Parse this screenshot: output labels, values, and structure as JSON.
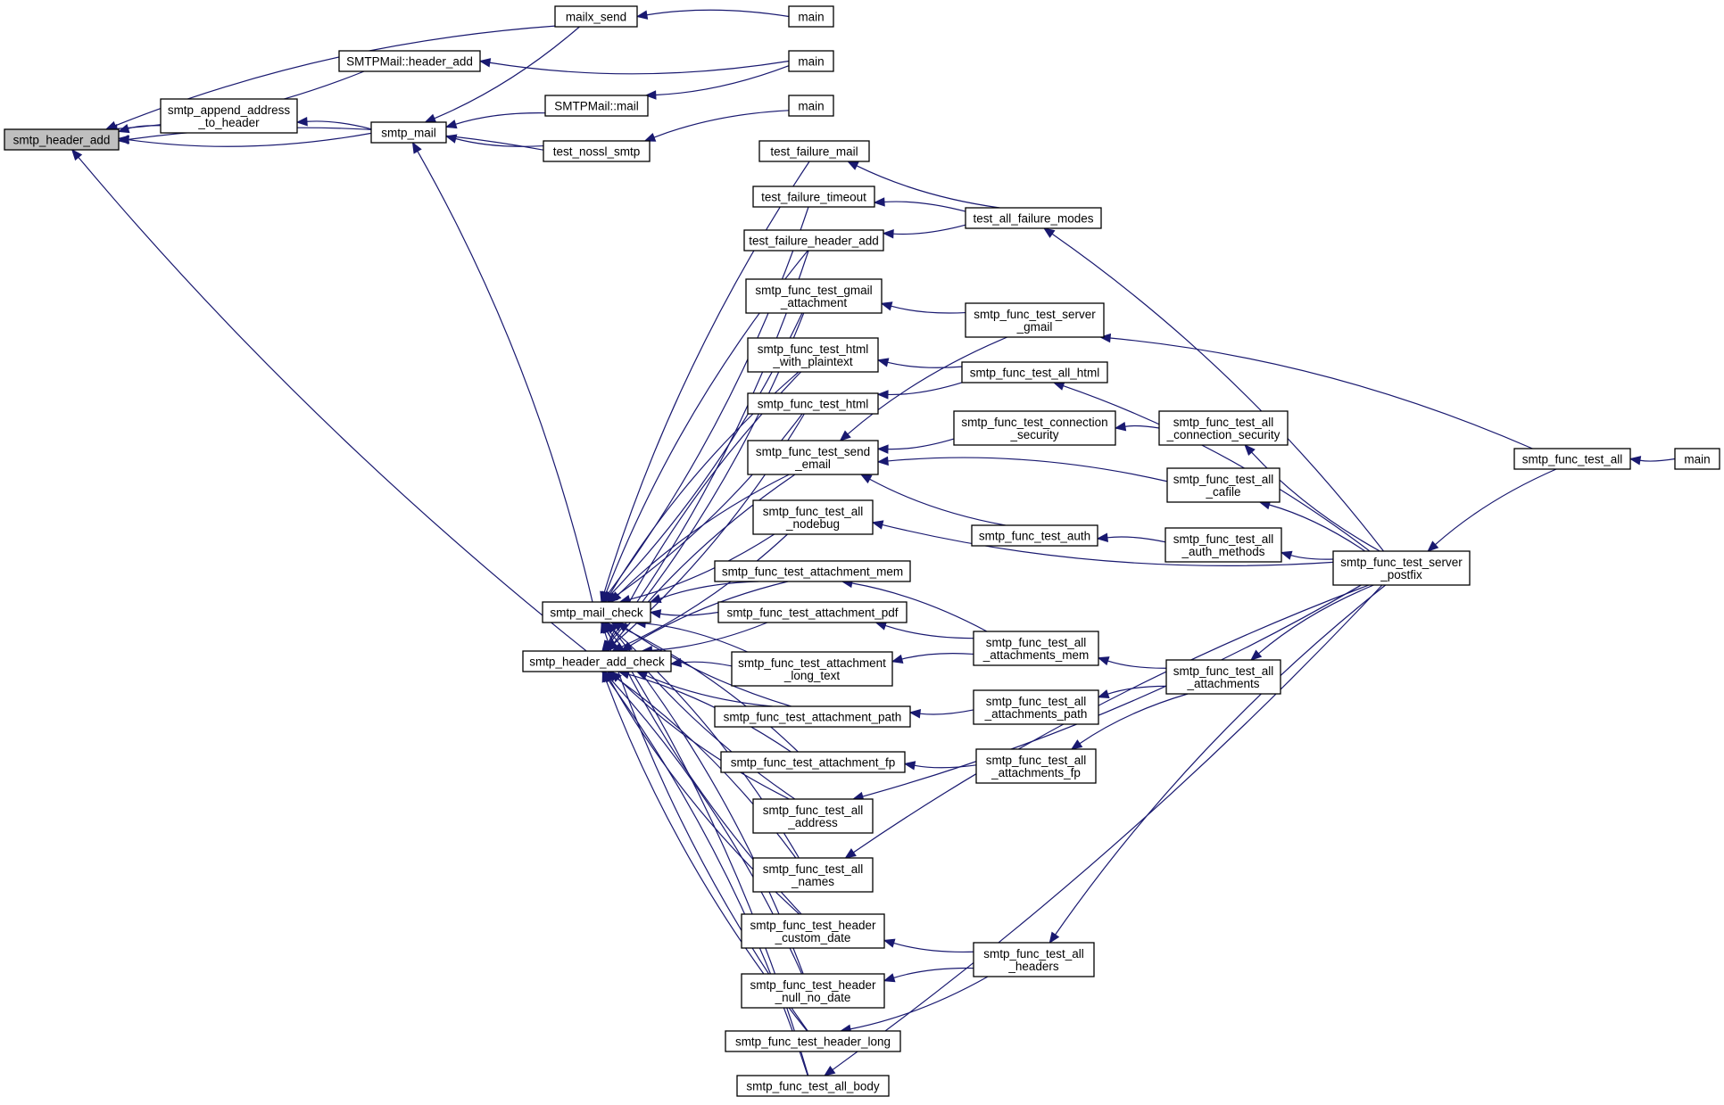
{
  "nodes": [
    {
      "id": "smtp_header_add",
      "lines": [
        "smtp_header_add"
      ],
      "root": true
    },
    {
      "id": "mailx_send",
      "lines": [
        "mailx_send"
      ]
    },
    {
      "id": "main1",
      "lines": [
        "main"
      ]
    },
    {
      "id": "SMTPMail_header_add",
      "lines": [
        "SMTPMail::header_add"
      ]
    },
    {
      "id": "main2",
      "lines": [
        "main"
      ]
    },
    {
      "id": "smtp_append_address",
      "lines": [
        "smtp_append_address",
        "_to_header"
      ]
    },
    {
      "id": "smtp_mail",
      "lines": [
        "smtp_mail"
      ]
    },
    {
      "id": "SMTPMail_mail",
      "lines": [
        "SMTPMail::mail"
      ]
    },
    {
      "id": "main3",
      "lines": [
        "main"
      ]
    },
    {
      "id": "test_nossl_smtp",
      "lines": [
        "test_nossl_smtp"
      ]
    },
    {
      "id": "test_failure_mail",
      "lines": [
        "test_failure_mail"
      ]
    },
    {
      "id": "test_failure_timeout",
      "lines": [
        "test_failure_timeout"
      ]
    },
    {
      "id": "test_all_failure_modes",
      "lines": [
        "test_all_failure_modes"
      ]
    },
    {
      "id": "test_failure_header_add",
      "lines": [
        "test_failure_header_add"
      ]
    },
    {
      "id": "gmail_attachment",
      "lines": [
        "smtp_func_test_gmail",
        "_attachment"
      ]
    },
    {
      "id": "server_gmail",
      "lines": [
        "smtp_func_test_server",
        "_gmail"
      ]
    },
    {
      "id": "html_with_plaintext",
      "lines": [
        "smtp_func_test_html",
        "_with_plaintext"
      ]
    },
    {
      "id": "all_html",
      "lines": [
        "smtp_func_test_all_html"
      ]
    },
    {
      "id": "func_html",
      "lines": [
        "smtp_func_test_html"
      ]
    },
    {
      "id": "connection_security",
      "lines": [
        "smtp_func_test_connection",
        "_security"
      ]
    },
    {
      "id": "all_connection_security",
      "lines": [
        "smtp_func_test_all",
        "_connection_security"
      ]
    },
    {
      "id": "send_email",
      "lines": [
        "smtp_func_test_send",
        "_email"
      ]
    },
    {
      "id": "all_cafile",
      "lines": [
        "smtp_func_test_all",
        "_cafile"
      ]
    },
    {
      "id": "func_test_all",
      "lines": [
        "smtp_func_test_all"
      ]
    },
    {
      "id": "main4",
      "lines": [
        "main"
      ]
    },
    {
      "id": "all_nodebug",
      "lines": [
        "smtp_func_test_all",
        "_nodebug"
      ]
    },
    {
      "id": "func_auth",
      "lines": [
        "smtp_func_test_auth"
      ]
    },
    {
      "id": "all_auth_methods",
      "lines": [
        "smtp_func_test_all",
        "_auth_methods"
      ]
    },
    {
      "id": "server_postfix",
      "lines": [
        "smtp_func_test_server",
        "_postfix"
      ]
    },
    {
      "id": "attachment_mem",
      "lines": [
        "smtp_func_test_attachment_mem"
      ]
    },
    {
      "id": "smtp_mail_check",
      "lines": [
        "smtp_mail_check"
      ]
    },
    {
      "id": "attachment_pdf",
      "lines": [
        "smtp_func_test_attachment_pdf"
      ]
    },
    {
      "id": "all_attachments_mem",
      "lines": [
        "smtp_func_test_all",
        "_attachments_mem"
      ]
    },
    {
      "id": "smtp_header_add_check",
      "lines": [
        "smtp_header_add_check"
      ]
    },
    {
      "id": "attachment_long_text",
      "lines": [
        "smtp_func_test_attachment",
        "_long_text"
      ]
    },
    {
      "id": "all_attachments",
      "lines": [
        "smtp_func_test_all",
        "_attachments"
      ]
    },
    {
      "id": "attachment_path",
      "lines": [
        "smtp_func_test_attachment_path"
      ]
    },
    {
      "id": "all_attachments_path",
      "lines": [
        "smtp_func_test_all",
        "_attachments_path"
      ]
    },
    {
      "id": "attachment_fp",
      "lines": [
        "smtp_func_test_attachment_fp"
      ]
    },
    {
      "id": "all_attachments_fp",
      "lines": [
        "smtp_func_test_all",
        "_attachments_fp"
      ]
    },
    {
      "id": "all_address",
      "lines": [
        "smtp_func_test_all",
        "_address"
      ]
    },
    {
      "id": "all_names",
      "lines": [
        "smtp_func_test_all",
        "_names"
      ]
    },
    {
      "id": "header_custom_date",
      "lines": [
        "smtp_func_test_header",
        "_custom_date"
      ]
    },
    {
      "id": "all_headers",
      "lines": [
        "smtp_func_test_all",
        "_headers"
      ]
    },
    {
      "id": "header_null_no_date",
      "lines": [
        "smtp_func_test_header",
        "_null_no_date"
      ]
    },
    {
      "id": "header_long",
      "lines": [
        "smtp_func_test_header_long"
      ]
    },
    {
      "id": "all_body",
      "lines": [
        "smtp_func_test_all_body"
      ]
    }
  ],
  "edges": [
    [
      "mailx_send",
      "smtp_header_add"
    ],
    [
      "SMTPMail_header_add",
      "smtp_header_add"
    ],
    [
      "smtp_append_address",
      "smtp_header_add"
    ],
    [
      "smtp_mail",
      "smtp_header_add"
    ],
    [
      "test_nossl_smtp",
      "smtp_header_add"
    ],
    [
      "smtp_header_add_check",
      "smtp_header_add"
    ],
    [
      "main1",
      "mailx_send"
    ],
    [
      "main2",
      "SMTPMail_header_add"
    ],
    [
      "smtp_mail",
      "smtp_append_address"
    ],
    [
      "mailx_send",
      "smtp_mail"
    ],
    [
      "SMTPMail_mail",
      "smtp_mail"
    ],
    [
      "test_nossl_smtp",
      "smtp_mail"
    ],
    [
      "smtp_mail_check",
      "smtp_mail"
    ],
    [
      "main2",
      "SMTPMail_mail"
    ],
    [
      "main3",
      "test_nossl_smtp"
    ],
    [
      "test_all_failure_modes",
      "test_failure_mail"
    ],
    [
      "test_all_failure_modes",
      "test_failure_timeout"
    ],
    [
      "test_all_failure_modes",
      "test_failure_header_add"
    ],
    [
      "server_postfix",
      "test_all_failure_modes"
    ],
    [
      "server_gmail",
      "gmail_attachment"
    ],
    [
      "func_test_all",
      "server_gmail"
    ],
    [
      "all_html",
      "html_with_plaintext"
    ],
    [
      "server_postfix",
      "all_html"
    ],
    [
      "all_html",
      "func_html"
    ],
    [
      "all_connection_security",
      "connection_security"
    ],
    [
      "server_postfix",
      "all_connection_security"
    ],
    [
      "server_gmail",
      "send_email"
    ],
    [
      "connection_security",
      "send_email"
    ],
    [
      "all_cafile",
      "send_email"
    ],
    [
      "func_auth",
      "send_email"
    ],
    [
      "server_postfix",
      "all_cafile"
    ],
    [
      "main4",
      "func_test_all"
    ],
    [
      "func_test_all",
      "server_postfix"
    ],
    [
      "server_postfix",
      "all_nodebug"
    ],
    [
      "all_auth_methods",
      "func_auth"
    ],
    [
      "server_postfix",
      "all_auth_methods"
    ],
    [
      "all_attachments_mem",
      "attachment_mem"
    ],
    [
      "all_attachments_mem",
      "attachment_pdf"
    ],
    [
      "all_attachments_mem",
      "attachment_long_text"
    ],
    [
      "all_attachments",
      "all_attachments_mem"
    ],
    [
      "server_postfix",
      "all_attachments"
    ],
    [
      "all_attachments_path",
      "attachment_path"
    ],
    [
      "all_attachments",
      "all_attachments_path"
    ],
    [
      "all_attachments_fp",
      "attachment_fp"
    ],
    [
      "all_attachments",
      "all_attachments_fp"
    ],
    [
      "server_postfix",
      "all_address"
    ],
    [
      "server_postfix",
      "all_names"
    ],
    [
      "all_headers",
      "header_custom_date"
    ],
    [
      "all_headers",
      "header_null_no_date"
    ],
    [
      "all_headers",
      "header_long"
    ],
    [
      "server_postfix",
      "all_headers"
    ],
    [
      "server_postfix",
      "all_body"
    ],
    [
      "test_failure_mail",
      "smtp_mail_check"
    ],
    [
      "test_failure_timeout",
      "smtp_mail_check"
    ],
    [
      "test_failure_header_add",
      "smtp_mail_check"
    ],
    [
      "gmail_attachment",
      "smtp_mail_check"
    ],
    [
      "html_with_plaintext",
      "smtp_mail_check"
    ],
    [
      "func_html",
      "smtp_mail_check"
    ],
    [
      "send_email",
      "smtp_mail_check"
    ],
    [
      "all_nodebug",
      "smtp_mail_check"
    ],
    [
      "attachment_mem",
      "smtp_mail_check"
    ],
    [
      "attachment_pdf",
      "smtp_mail_check"
    ],
    [
      "attachment_long_text",
      "smtp_mail_check"
    ],
    [
      "attachment_path",
      "smtp_mail_check"
    ],
    [
      "attachment_fp",
      "smtp_mail_check"
    ],
    [
      "all_address",
      "smtp_mail_check"
    ],
    [
      "all_names",
      "smtp_mail_check"
    ],
    [
      "header_custom_date",
      "smtp_mail_check"
    ],
    [
      "header_null_no_date",
      "smtp_mail_check"
    ],
    [
      "header_long",
      "smtp_mail_check"
    ],
    [
      "all_body",
      "smtp_mail_check"
    ],
    [
      "gmail_attachment",
      "smtp_header_add_check"
    ],
    [
      "html_with_plaintext",
      "smtp_header_add_check"
    ],
    [
      "func_html",
      "smtp_header_add_check"
    ],
    [
      "send_email",
      "smtp_header_add_check"
    ],
    [
      "all_nodebug",
      "smtp_header_add_check"
    ],
    [
      "attachment_mem",
      "smtp_header_add_check"
    ],
    [
      "attachment_pdf",
      "smtp_header_add_check"
    ],
    [
      "attachment_long_text",
      "smtp_header_add_check"
    ],
    [
      "attachment_path",
      "smtp_header_add_check"
    ],
    [
      "attachment_fp",
      "smtp_header_add_check"
    ],
    [
      "all_address",
      "smtp_header_add_check"
    ],
    [
      "all_names",
      "smtp_header_add_check"
    ],
    [
      "header_custom_date",
      "smtp_header_add_check"
    ],
    [
      "header_null_no_date",
      "smtp_header_add_check"
    ],
    [
      "header_long",
      "smtp_header_add_check"
    ],
    [
      "all_body",
      "smtp_header_add_check"
    ],
    [
      "test_failure_header_add",
      "smtp_header_add_check"
    ]
  ],
  "colors": {
    "edge": "#191970",
    "node_border": "#000000",
    "root_fill": "#bfbfbf",
    "node_fill": "#ffffff"
  }
}
